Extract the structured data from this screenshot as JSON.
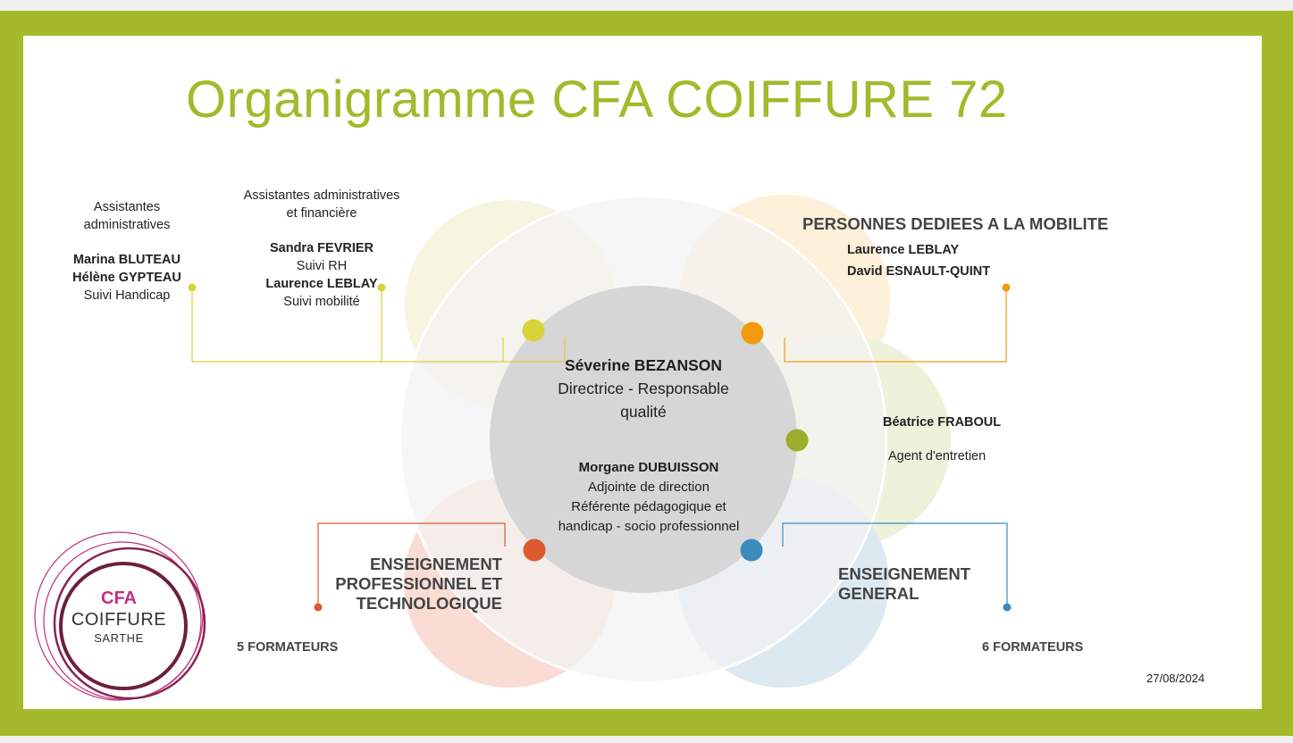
{
  "title": "Organigramme CFA COIFFURE 72",
  "colors": {
    "frame": "#a4b92b",
    "yellow": "#d8d33a",
    "orange": "#f39a0f",
    "green": "#9aae2a",
    "red": "#dd5a2e",
    "blue": "#3c8bbd",
    "logo_pink": "#c0307f",
    "logo_burgundy": "#6e1e3e"
  },
  "center": {
    "name": "Séverine BEZANSON",
    "role_line1": "Directrice - Responsable",
    "role_line2": "qualité",
    "deputy_name": "Morgane DUBUISSON",
    "deputy_line1": "Adjointe de direction",
    "deputy_line2": "Référente pédagogique et",
    "deputy_line3": "handicap - socio professionnel"
  },
  "admin_left": {
    "header_line1": "Assistantes",
    "header_line2": "administratives",
    "name1": "Marina BLUTEAU",
    "name2": "Hélène GYPTEAU",
    "role": "Suivi Handicap"
  },
  "admin_right": {
    "header_line1": "Assistantes administratives",
    "header_line2": "et financière",
    "name1": "Sandra FEVRIER",
    "role1": "Suivi RH",
    "name2": "Laurence LEBLAY",
    "role2": "Suivi mobilité"
  },
  "mobility": {
    "header": "PERSONNES DEDIEES A LA MOBILITE",
    "name1": "Laurence LEBLAY",
    "name2": "David ESNAULT-QUINT"
  },
  "maintenance": {
    "name": "Béatrice FRABOUL",
    "role": "Agent d'entretien"
  },
  "pro": {
    "line1": "ENSEIGNEMENT",
    "line2": "PROFESSIONNEL ET",
    "line3": "TECHNOLOGIQUE",
    "count": "5 FORMATEURS"
  },
  "general": {
    "line1": "ENSEIGNEMENT",
    "line2": "GENERAL",
    "count": "6 FORMATEURS"
  },
  "logo": {
    "line1": "CFA",
    "line2": "COIFFURE",
    "line3": "SARTHE"
  },
  "date": "27/08/2024"
}
